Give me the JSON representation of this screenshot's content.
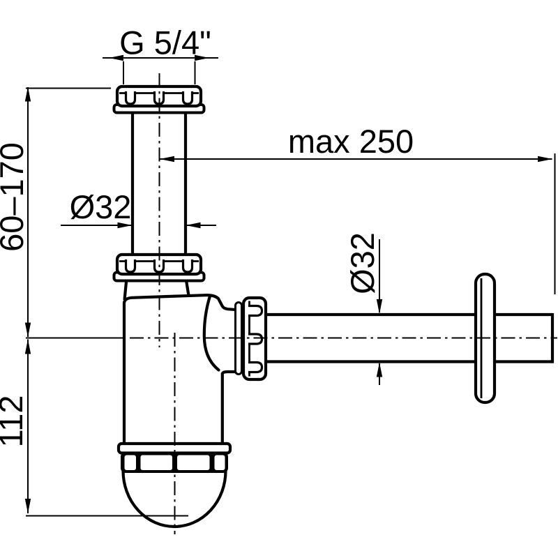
{
  "page": {
    "background": "#ffffff",
    "ink": "#000000"
  },
  "drawing": {
    "type": "technical-dimension-drawing",
    "subject": "bottle trap siphon, side view",
    "labels": {
      "thread_size": "G 5/4\"",
      "max_reach": "max 250",
      "inlet_diameter": "Ø32",
      "outlet_diameter": "Ø32",
      "height_range": "60–170",
      "trap_depth": "112"
    }
  }
}
